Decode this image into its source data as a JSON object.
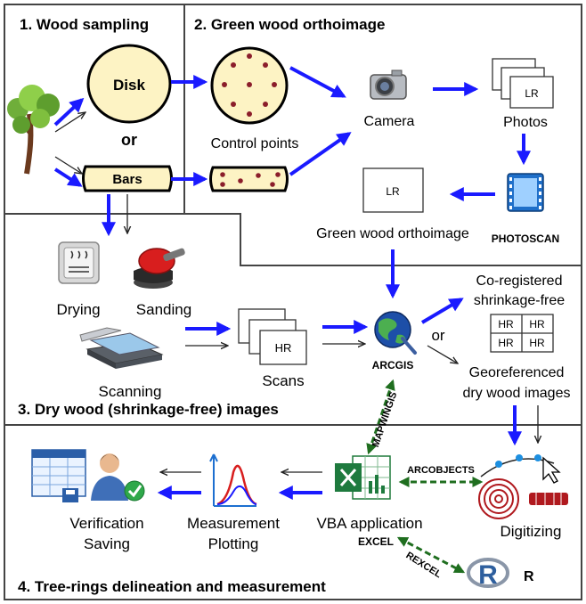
{
  "sections": {
    "s1": "1. Wood sampling",
    "s2": "2. Green wood orthoimage",
    "s3": "3. Dry wood (shrinkage-free) images",
    "s4": "4. Tree-rings delineation and measurement"
  },
  "nodes": {
    "disk": "Disk",
    "or1": "or",
    "bars": "Bars",
    "control_points": "Control points",
    "camera": "Camera",
    "photos": "Photos",
    "photo_lr": "LR",
    "photoscan": "PHOTOSCAN",
    "ortho_lr": "LR",
    "green_ortho": "Green wood orthoimage",
    "drying": "Drying",
    "sanding": "Sanding",
    "scanning": "Scanning",
    "scans": "Scans",
    "scan_hr": "HR",
    "arcgis": "ARCGIS",
    "or2": "or",
    "coreg_1": "Co-registered",
    "coreg_2": "shrinkage-free",
    "grid_hr": "HR",
    "georef_1": "Georeferenced",
    "georef_2": "dry wood images",
    "mapwingis": "MAPWINGIS",
    "arcobjects": "ARCOBJECTS",
    "vba": "VBA application",
    "excel": "EXCEL",
    "rexcel": "REXCEL",
    "r": "R",
    "digitizing": "Digitizing",
    "verification": "Verification",
    "saving": "Saving",
    "measurement": "Measurement",
    "plotting": "Plotting"
  },
  "colors": {
    "flow_arrow": "#1a1aff",
    "thin_arrow": "#222222",
    "software_link": "#1f6e1f",
    "disk_fill": "#fdf3c4",
    "control_point": "#8b1e2b",
    "frame": "#444444"
  }
}
